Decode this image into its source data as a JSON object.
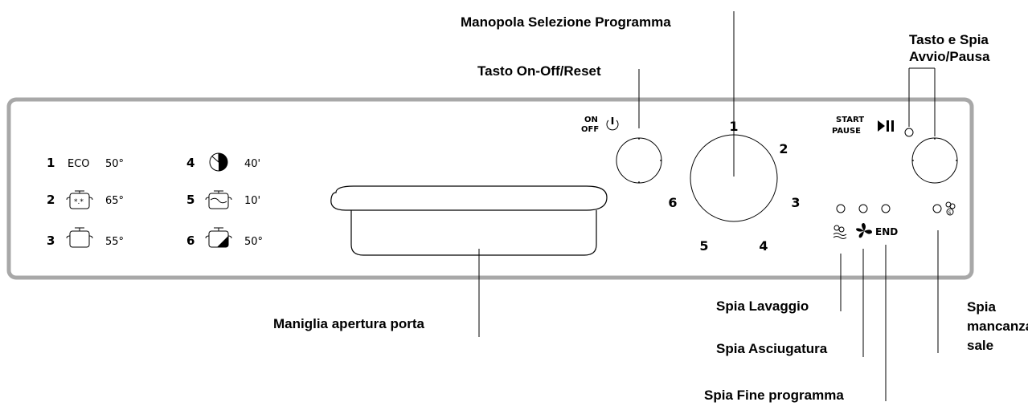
{
  "callouts": {
    "program_knob": "Manopola Selezione Programma",
    "on_off_button": "Tasto On-Off/Reset",
    "start_pause_line1": "Tasto e Spia",
    "start_pause_line2": "Avvio/Pausa",
    "door_handle": "Maniglia apertura porta",
    "wash_light": "Spia Lavaggio",
    "dry_light": "Spia Asciugatura",
    "end_light": "Spia Fine programma",
    "salt_light_line1": "Spia",
    "salt_light_line2": "mancanza",
    "salt_light_line3": "sale"
  },
  "panel": {
    "on_label": "ON",
    "off_label": "OFF",
    "start_label": "START",
    "pause_label": "PAUSE",
    "end_label": "END",
    "knob_numbers": [
      "1",
      "2",
      "3",
      "4",
      "5",
      "6"
    ]
  },
  "programs": [
    {
      "number": "1",
      "name": "ECO",
      "value": "50°",
      "icon": "eco-text"
    },
    {
      "number": "2",
      "name": "",
      "value": "65°",
      "icon": "pot-intensive-icon"
    },
    {
      "number": "3",
      "name": "",
      "value": "55°",
      "icon": "pot-normal-icon"
    },
    {
      "number": "4",
      "name": "",
      "value": "40'",
      "icon": "half-load-clock-icon"
    },
    {
      "number": "5",
      "name": "",
      "value": "10'",
      "icon": "pot-rinse-icon"
    },
    {
      "number": "6",
      "name": "",
      "value": "50°",
      "icon": "pot-delicate-icon"
    }
  ]
}
